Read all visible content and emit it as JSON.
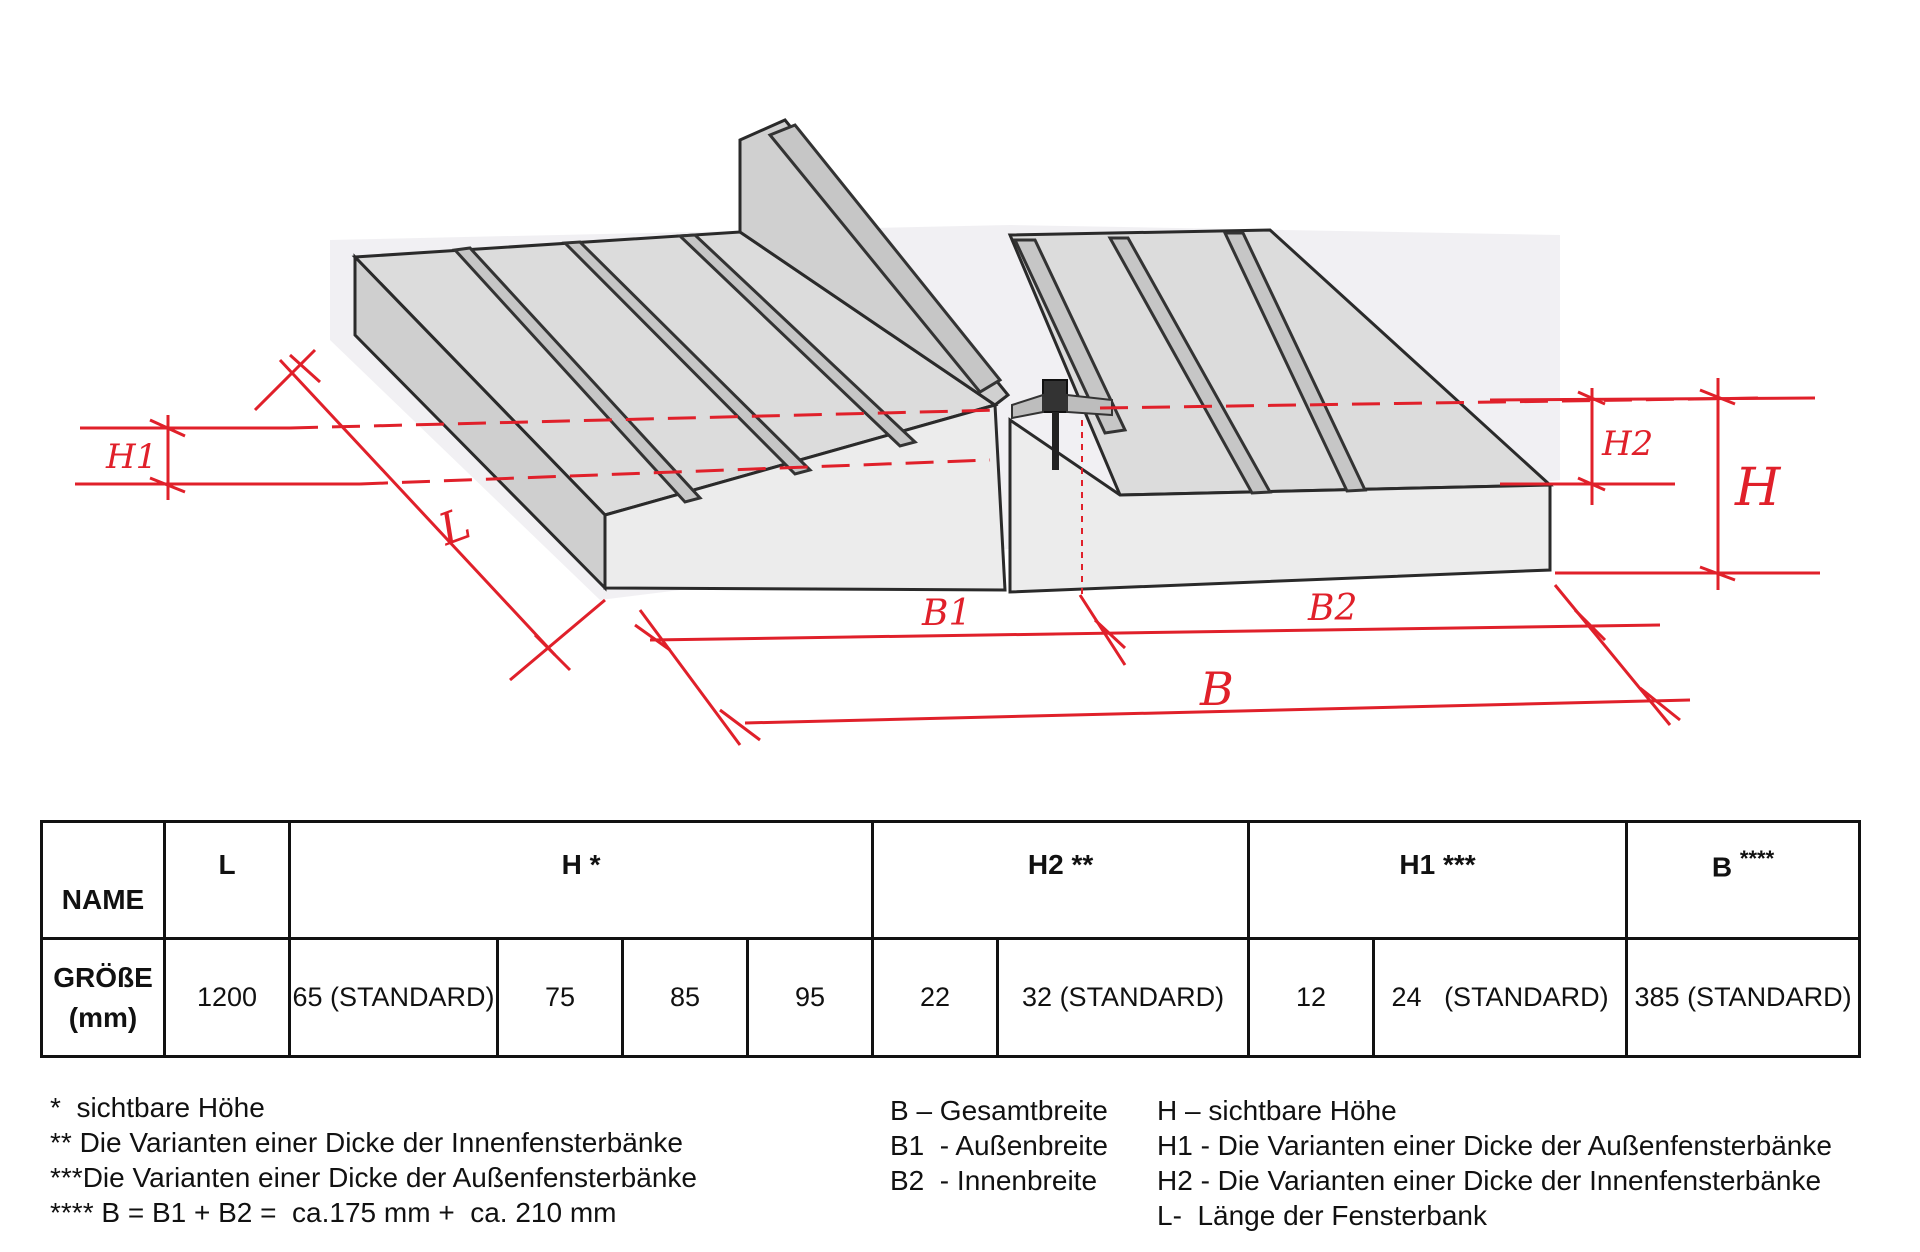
{
  "drawing": {
    "labels": {
      "h1": "H1",
      "h2": "H2",
      "h": "H",
      "l": "L",
      "b1": "B1",
      "b2": "B2",
      "b": "B"
    },
    "colors": {
      "dimension_red": "#e0202a",
      "pencil": "#2a2a2a",
      "shade": "#8a8a8a"
    }
  },
  "table": {
    "header": {
      "name": "NAME",
      "l": "L",
      "h": "H",
      "h_mark": "*",
      "h2": "H2",
      "h2_mark": "**",
      "h1": "H1",
      "h1_mark": "***",
      "b": "B",
      "b_mark": "****"
    },
    "row": {
      "label_line1": "GRÖßE",
      "label_line2": "(mm)",
      "l": "1200",
      "h_values": [
        "65 (STANDARD)",
        "75",
        "85",
        "95"
      ],
      "h2_values": [
        "22",
        "32 (STANDARD)"
      ],
      "h1_values": [
        "12",
        "24   (STANDARD)"
      ],
      "b": "385 (STANDARD)"
    }
  },
  "notes": {
    "left": [
      "*  sichtbare Höhe",
      "** Die Varianten einer Dicke der Innenfensterbänke",
      "***Die Varianten einer Dicke der Außenfensterbänke",
      "**** B = B1 + B2 =  ca.175 mm +  ca. 210 mm"
    ],
    "middle": [
      "B – Gesamtbreite",
      "B1  - Außenbreite",
      "B2  - Innenbreite"
    ],
    "right": [
      "H – sichtbare Höhe",
      "H1 - Die Varianten einer Dicke der Außenfensterbänke",
      "H2 - Die Varianten einer Dicke der Innenfensterbänke",
      "L-  Länge der Fensterbank"
    ]
  }
}
